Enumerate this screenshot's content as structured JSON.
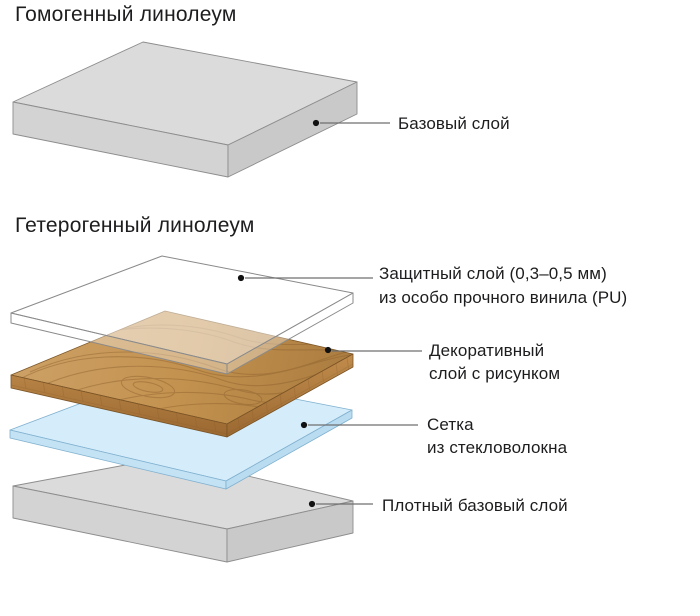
{
  "homogeneous": {
    "title": "Гомогенный линолеум",
    "labels": [
      {
        "lines": [
          "Базовый слой"
        ]
      }
    ]
  },
  "heterogeneous": {
    "title": "Гетерогенный линолеум",
    "labels": [
      {
        "lines": [
          "Защитный слой (0,3–0,5 мм)",
          "из особо прочного винила (PU)"
        ]
      },
      {
        "lines": [
          "Декоративный",
          "слой с рисунком"
        ]
      },
      {
        "lines": [
          "Сетка",
          "из стекловолокна"
        ]
      },
      {
        "lines": [
          "Плотный базовый слой"
        ]
      }
    ]
  },
  "colors": {
    "text": "#1d1d1f",
    "leader": "#6f6f6f",
    "dot": "#111111",
    "slab_top": "#dbdbdb",
    "slab_front_left": "#d3d3d3",
    "slab_front_right": "#c9c9c9",
    "slab_stroke": "#8d8d8d",
    "protective_stroke": "#8a8a8a",
    "mesh_top": "#d5ecfa",
    "mesh_front_left": "#c3e2f4",
    "mesh_front_right": "#badcf0",
    "mesh_stroke": "#7fb0cf",
    "wood_top_a": "#cda167",
    "wood_top_b": "#c3924f",
    "wood_top_c": "#a87a3e",
    "wood_front_a": "#c08b4b",
    "wood_front_b": "#9a6831",
    "wood_grain": "#8a5e2c",
    "wood_stroke": "#7a5426"
  }
}
